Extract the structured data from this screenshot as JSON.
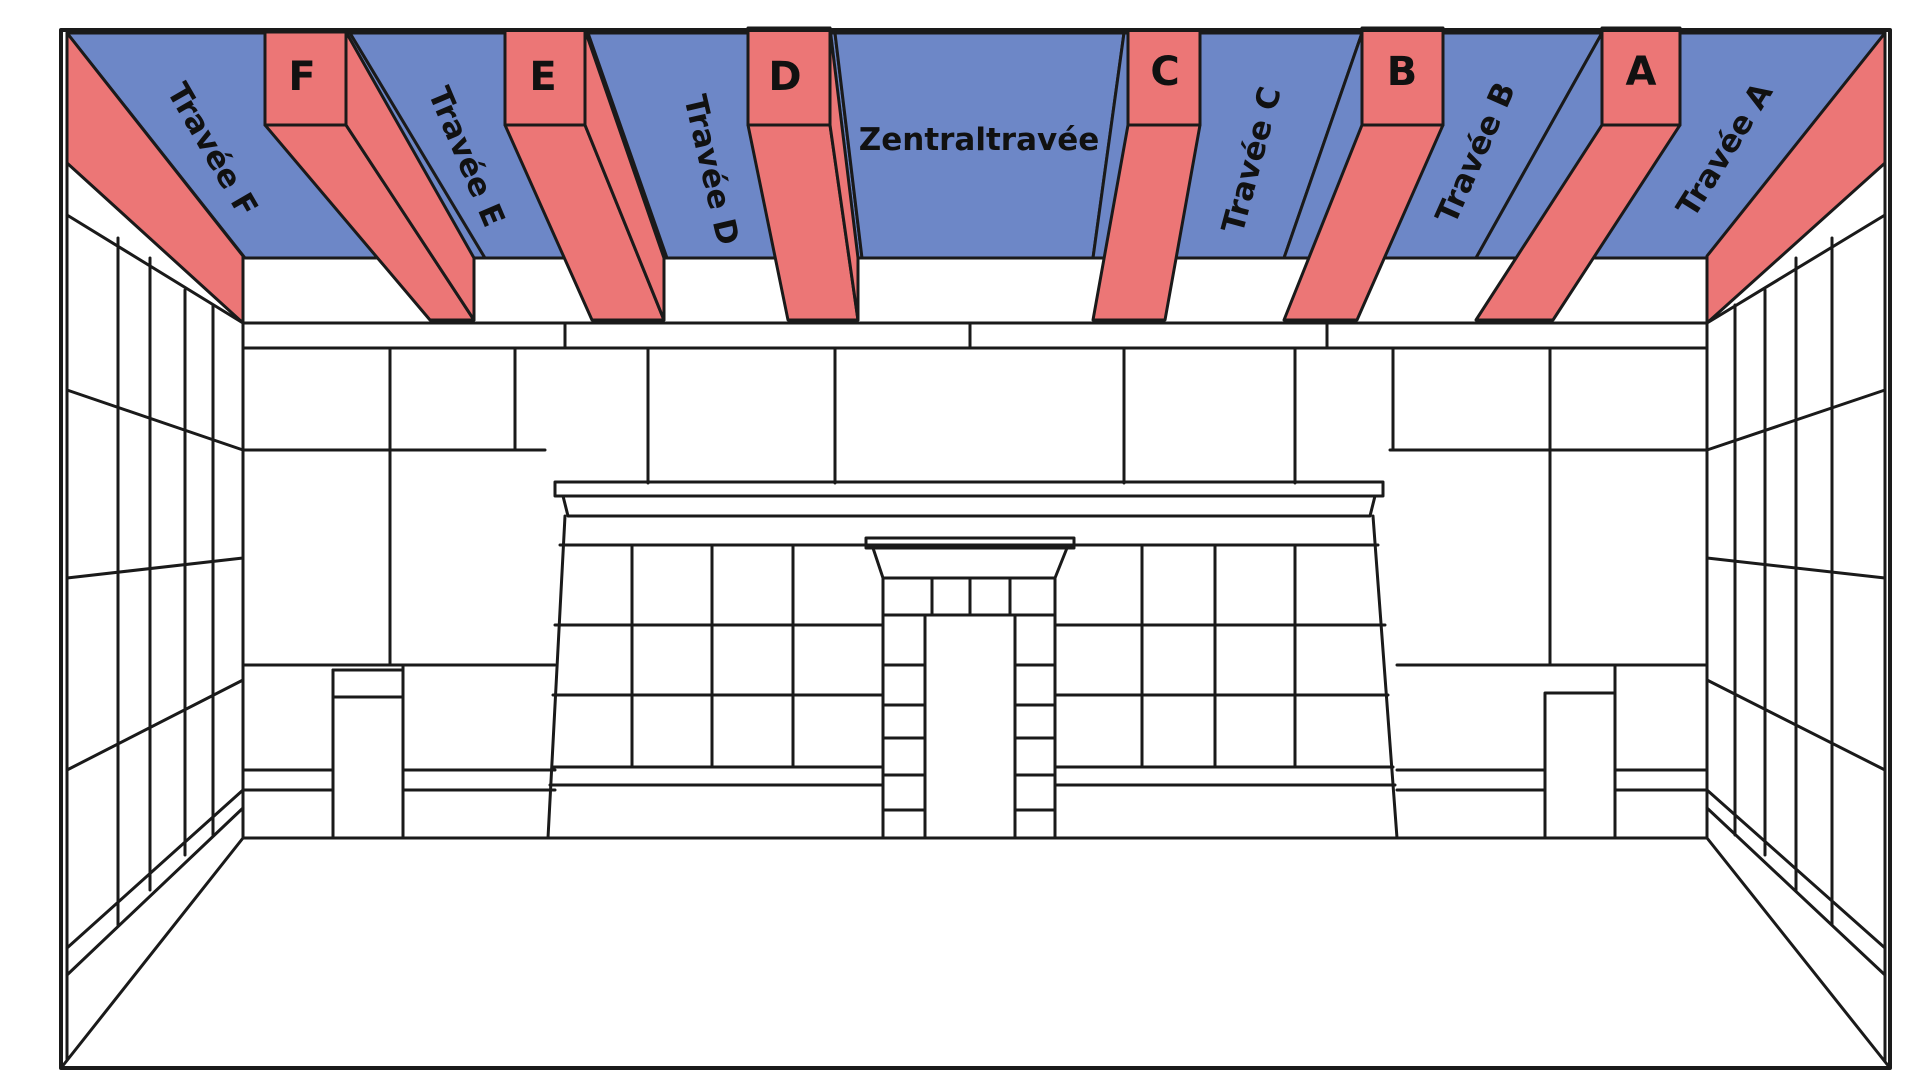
{
  "colors": {
    "bay": "#6d87c7",
    "beam": "#ec7676",
    "line": "#1a1a1a",
    "background": "#ffffff"
  },
  "ceiling": {
    "bays": [
      {
        "id": "bay-f",
        "label": "Travée F"
      },
      {
        "id": "bay-e",
        "label": "Travée E"
      },
      {
        "id": "bay-d",
        "label": "Travée D"
      },
      {
        "id": "bay-central",
        "label": "Zentraltravée"
      },
      {
        "id": "bay-c",
        "label": "Travée C"
      },
      {
        "id": "bay-b",
        "label": "Travée B"
      },
      {
        "id": "bay-a",
        "label": "Travée A"
      }
    ],
    "beams": [
      {
        "id": "beam-f",
        "label": "F"
      },
      {
        "id": "beam-e",
        "label": "E"
      },
      {
        "id": "beam-d",
        "label": "D"
      },
      {
        "id": "beam-c",
        "label": "C"
      },
      {
        "id": "beam-b",
        "label": "B"
      },
      {
        "id": "beam-a",
        "label": "A"
      }
    ]
  }
}
